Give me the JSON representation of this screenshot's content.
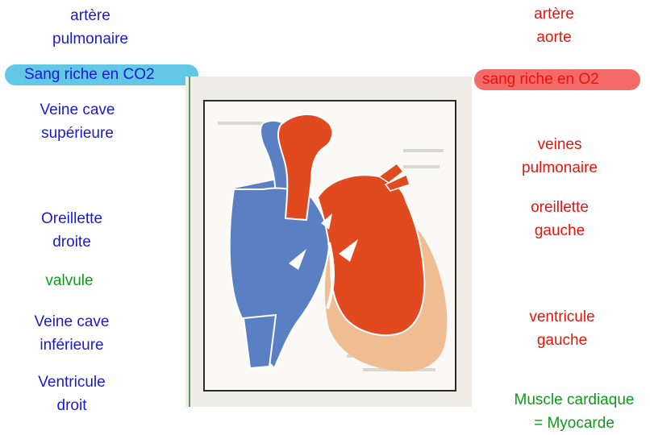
{
  "labels": {
    "artere_pulmonaire": [
      "artère",
      "pulmonaire"
    ],
    "artere_aorte": [
      "artère",
      "aorte"
    ],
    "sang_co2": "Sang riche en CO2",
    "sang_o2": "sang riche en O2",
    "veine_cave_sup": [
      "Veine cave",
      "supérieure"
    ],
    "veines_pulmonaire": [
      "veines",
      "pulmonaire"
    ],
    "oreillette_gauche": [
      "oreillette",
      "gauche"
    ],
    "oreillette_droite": [
      "Oreillette",
      "droite"
    ],
    "valvule": "valvule",
    "veine_cave_inf": [
      "Veine cave",
      "inférieure"
    ],
    "ventricule_gauche": [
      "ventricule",
      "gauche"
    ],
    "ventricule_droit": [
      "Ventricule",
      "droit"
    ],
    "myocarde": [
      "Muscle cardiaque",
      "= Myocarde"
    ]
  },
  "colors": {
    "deoxygenated_label": "#1a1ad6",
    "oxygenated_label": "#e8140c",
    "structure_label": "#0e9a1a",
    "highlight_co2": "#62c8e6",
    "highlight_o2": "#f46a68",
    "heart_right_side": "#5b7fc3",
    "heart_left_side": "#e04a1e",
    "myocardium": "#f0bd92"
  }
}
